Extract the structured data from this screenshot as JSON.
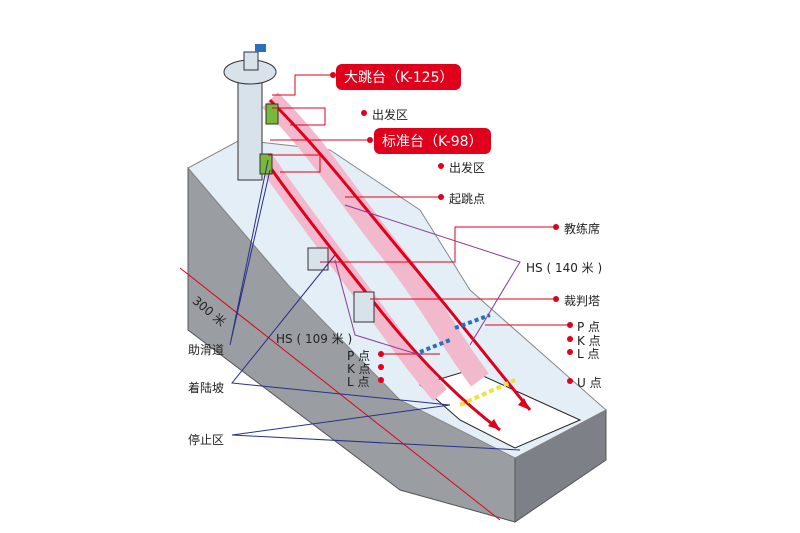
{
  "labels": {
    "large_hill": "大跳台（K-125）",
    "start_area_1": "出发区",
    "normal_hill": "标准台（K-98）",
    "start_area_2": "出发区",
    "takeoff": "起跳点",
    "coach_stand": "教练席",
    "hs_140": "HS ( 140 米 )",
    "judge_tower": "裁判塔",
    "p_right": "P 点",
    "k_right": "K 点",
    "l_right": "L 点",
    "u_right": "U 点",
    "inrun": "助滑道",
    "landing_slope": "着陆坡",
    "outrun": "停止区",
    "hs_109": "HS ( 109 米 )",
    "p_left": "P 点",
    "k_left": "K 点",
    "l_left": "L 点",
    "length": "300 米"
  },
  "colors": {
    "accent": "#e0001b",
    "track": "#f2b8cc",
    "snow": "#e4eef6",
    "rock": "#9a9ea3",
    "leader_blue": "#2a2f8a",
    "leader_purple": "#8a3a9a"
  }
}
